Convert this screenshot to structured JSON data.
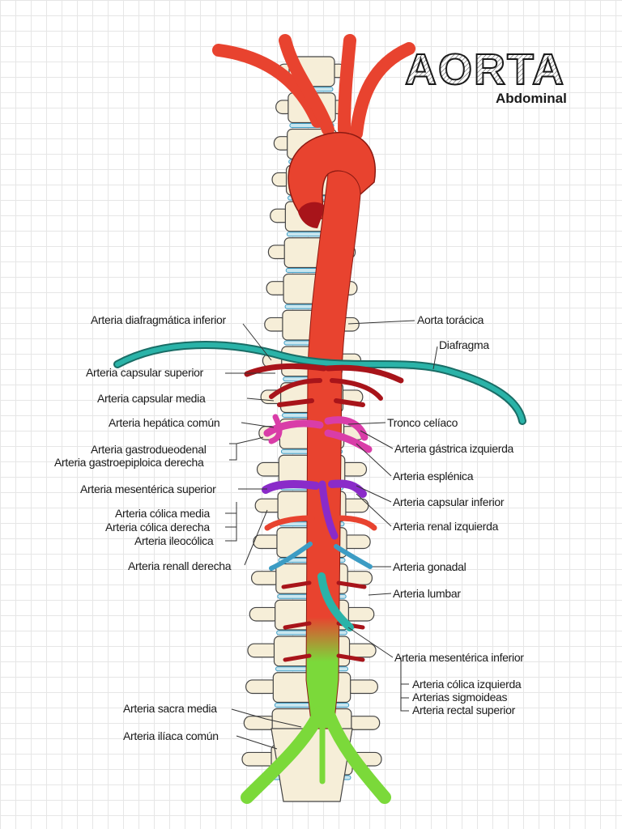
{
  "title": "AORTA",
  "subtitle": "Abdominal",
  "colors": {
    "aorta": "#e8432f",
    "branch_dark": "#a8141a",
    "diaphragm": "#2ab3a8",
    "celiac_magenta": "#d93da8",
    "mesenteric_purple": "#8a2bc9",
    "gonadal_blue": "#3c9cc4",
    "iliac_green": "#7bd93a",
    "vertebra": "#f6eed8"
  },
  "labels": {
    "left": {
      "diafragmatica_inferior": "Arteria diafragmática inferior",
      "capsular_superior": "Arteria capsular superior",
      "capsular_media": "Arteria capsular media",
      "hepatica_comun": "Arteria hepática común",
      "gastroduodenal": "Arteria gastrodueodenal",
      "gastroepiploica_derecha": "Arteria gastroepiploica derecha",
      "mesenterica_superior": "Arteria mesentérica superior",
      "colica_media": "Arteria cólica media",
      "colica_derecha": "Arteria cólica derecha",
      "ileocolica": "Arteria ileocólica",
      "renal_derecha": "Arteria renall derecha",
      "sacra_media": "Arteria sacra media",
      "iliaca_comun": "Arteria ilíaca común"
    },
    "right": {
      "aorta_toracica": "Aorta torácica",
      "diafragma": "Diafragma",
      "tronco_celiaco": "Tronco celíaco",
      "gastrica_izquierda": "Arteria gástrica izquierda",
      "esplenica": "Arteria esplénica",
      "capsular_inferior": "Arteria capsular inferior",
      "renal_izquierda": "Arteria renal izquierda",
      "gonadal": "Arteria gonadal",
      "lumbar": "Arteria lumbar",
      "mesenterica_inferior": "Arteria mesentérica inferior",
      "colica_izquierda": "Arteria cólica izquierda",
      "sigmoideas": "Arterias sigmoideas",
      "rectal_superior": "Arteria rectal superior"
    }
  }
}
